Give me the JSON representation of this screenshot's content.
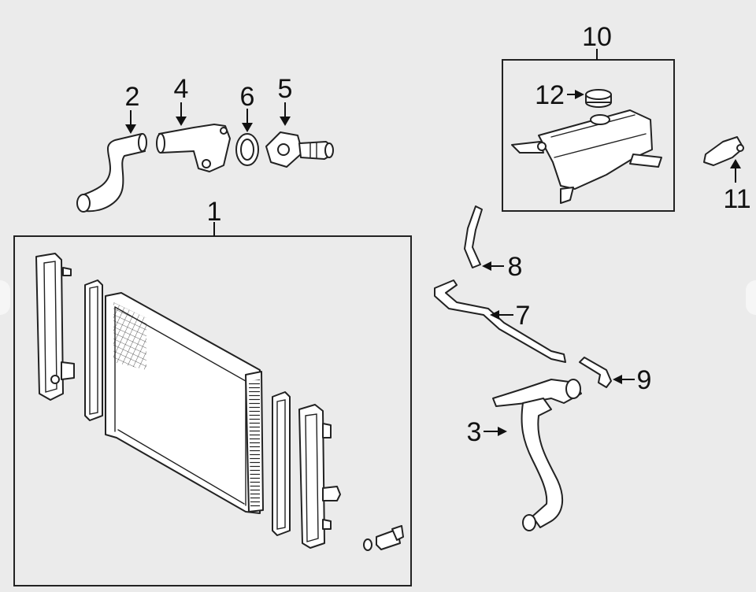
{
  "diagram": {
    "callouts": [
      {
        "id": "1",
        "label": "1"
      },
      {
        "id": "2",
        "label": "2"
      },
      {
        "id": "3",
        "label": "3"
      },
      {
        "id": "4",
        "label": "4"
      },
      {
        "id": "5",
        "label": "5"
      },
      {
        "id": "6",
        "label": "6"
      },
      {
        "id": "7",
        "label": "7"
      },
      {
        "id": "8",
        "label": "8"
      },
      {
        "id": "9",
        "label": "9"
      },
      {
        "id": "10",
        "label": "10"
      },
      {
        "id": "11",
        "label": "11"
      },
      {
        "id": "12",
        "label": "12"
      }
    ]
  },
  "colors": {
    "background": "#ebebeb",
    "line": "#222222",
    "part_fill": "#ffffff"
  }
}
